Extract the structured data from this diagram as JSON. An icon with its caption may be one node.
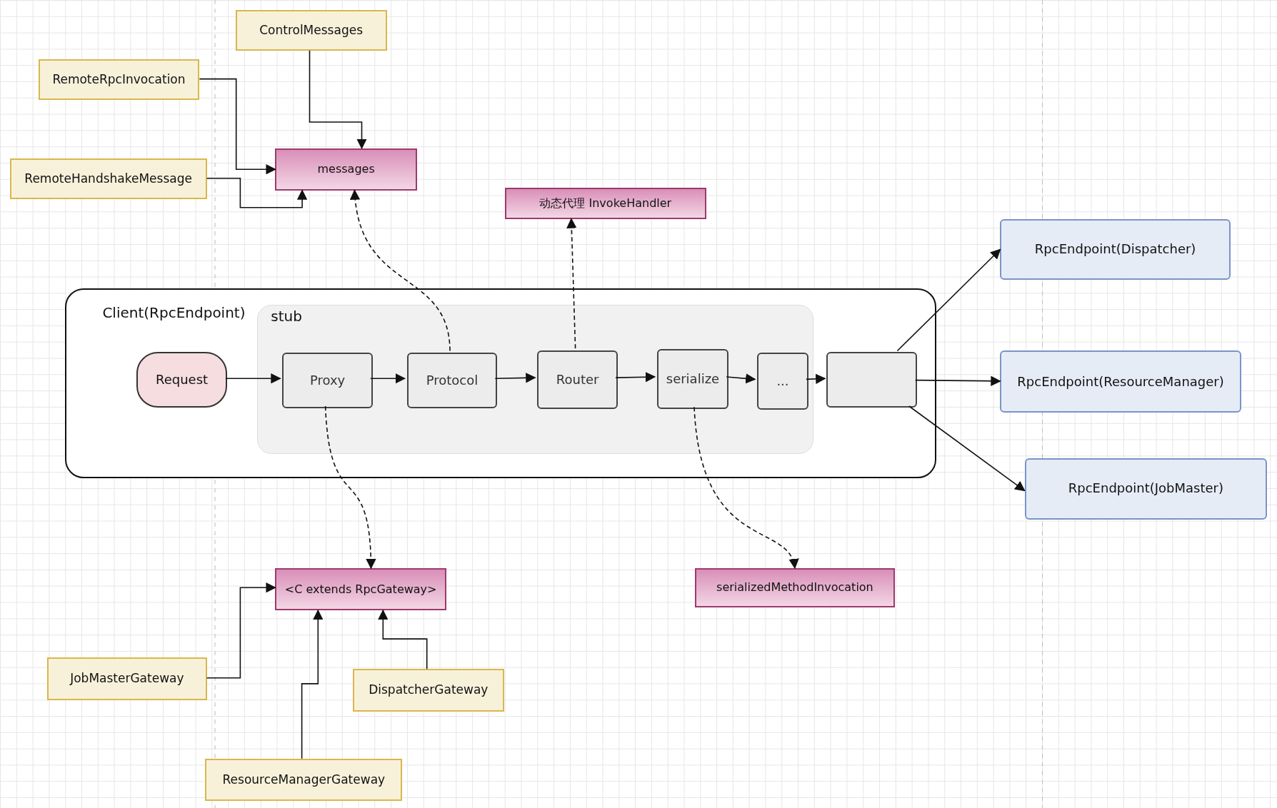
{
  "diagram": {
    "nodes": [
      {
        "text": [
          "ControlMessages"
        ]
      },
      {
        "text": [
          "RemoteRpcInvocation"
        ]
      },
      {
        "text": [
          "RemoteHandshakeMessage"
        ]
      },
      {
        "text": [
          "messages"
        ]
      },
      {
        "text": [
          "动态代理 InvokeHandler"
        ]
      },
      {
        "text": [
          "RpcEndpoint(Dispatcher)"
        ]
      },
      {
        "text": [
          "Client(RpcEndpoint)"
        ]
      },
      {
        "text": [
          "stub"
        ],
        "in": 6
      },
      {
        "text": [
          "Request"
        ],
        "in": 6
      },
      {
        "text": [
          "Proxy"
        ],
        "in": 7
      },
      {
        "text": [
          "Protocol"
        ],
        "in": 7
      },
      {
        "text": [
          "Router"
        ],
        "in": 7
      },
      {
        "text": [
          "serialize"
        ],
        "in": 7
      },
      {
        "text": [
          "..."
        ],
        "in": 7
      },
      {
        "text": [],
        "shape": "box",
        "in": 6
      },
      {
        "text": [
          "RpcEndpoint(ResourceManager)"
        ]
      },
      {
        "text": [
          "RpcEndpoint(JobMaster)"
        ]
      },
      {
        "text": [
          "<C extends RpcGateway>"
        ]
      },
      {
        "text": [
          "serializedMethodInvocation"
        ]
      },
      {
        "text": [
          "JobMasterGateway"
        ]
      },
      {
        "text": [
          "DispatcherGateway"
        ]
      },
      {
        "text": [
          "ResourceManagerGateway"
        ]
      }
    ],
    "edges": [
      {
        "from": 0,
        "to": 3,
        "arrow": "to"
      },
      {
        "from": 1,
        "to": 3,
        "arrow": "to"
      },
      {
        "from": 2,
        "to": 3,
        "arrow": "to"
      },
      {
        "from": 10,
        "to": 3,
        "arrow": "to",
        "style": "dashed"
      },
      {
        "from": 11,
        "to": 4,
        "arrow": "to",
        "style": "dashed"
      },
      {
        "from": 8,
        "to": 9,
        "arrow": "to"
      },
      {
        "from": 9,
        "to": 10,
        "arrow": "to"
      },
      {
        "from": 10,
        "to": 11,
        "arrow": "to"
      },
      {
        "from": 11,
        "to": 12,
        "arrow": "to"
      },
      {
        "from": 12,
        "to": 13,
        "arrow": "to"
      },
      {
        "from": 13,
        "to": 14,
        "arrow": "to"
      },
      {
        "from": 14,
        "to": 5,
        "arrow": "to"
      },
      {
        "from": 14,
        "to": 15,
        "arrow": "to"
      },
      {
        "from": 14,
        "to": 16,
        "arrow": "to"
      },
      {
        "from": 9,
        "to": 17,
        "arrow": "to",
        "style": "dashed"
      },
      {
        "from": 12,
        "to": 18,
        "arrow": "to",
        "style": "dashed"
      },
      {
        "from": 19,
        "to": 17,
        "arrow": "to"
      },
      {
        "from": 21,
        "to": 17,
        "arrow": "to"
      },
      {
        "from": 20,
        "to": 17,
        "arrow": "to"
      }
    ]
  }
}
